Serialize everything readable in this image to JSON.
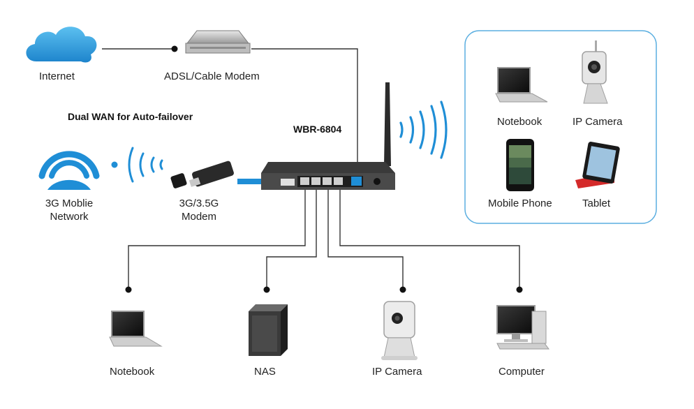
{
  "labels": {
    "internet": "Internet",
    "modem": "ADSL/Cable Modem",
    "dual_wan": "Dual WAN for Auto-failover",
    "router_model": "WBR-6804",
    "network_3g_line1": "3G Moblie",
    "network_3g_line2": "Network",
    "modem_3g_line1": "3G/3.5G",
    "modem_3g_line2": "Modem",
    "wireless_notebook": "Notebook",
    "wireless_ip_camera": "IP Camera",
    "wireless_mobile_phone": "Mobile Phone",
    "wireless_tablet": "Tablet",
    "lan_notebook": "Notebook",
    "lan_nas": "NAS",
    "lan_ip_camera": "IP Camera",
    "lan_computer": "Computer"
  },
  "colors": {
    "accent_blue": "#1f8ed6",
    "line": "#333333",
    "wireless_box_border": "#5aaee0"
  }
}
